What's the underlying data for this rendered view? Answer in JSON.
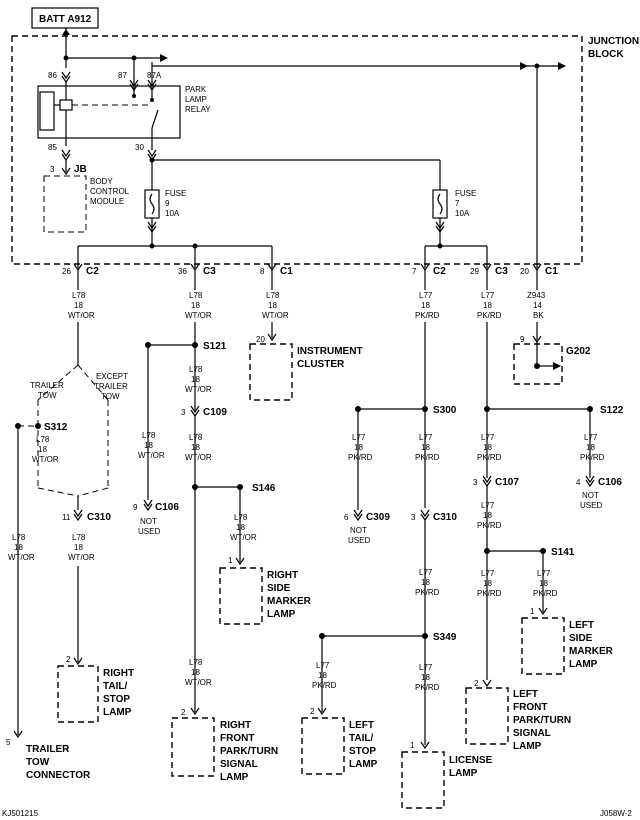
{
  "power": {
    "label": "BATT A912"
  },
  "junction_block": {
    "line1": "JUNCTION",
    "line2": "BLOCK"
  },
  "relay": {
    "pin86": "86",
    "pin87": "87",
    "pin87a": "87A",
    "pin85": "85",
    "pin30": "30",
    "name1": "PARK",
    "name2": "LAMP",
    "name3": "RELAY"
  },
  "body_control": {
    "pin": "3",
    "id": "JB",
    "name1": "BODY",
    "name2": "CONTROL",
    "name3": "MODULE"
  },
  "fuse9": {
    "l1": "FUSE",
    "l2": "9",
    "l3": "10A"
  },
  "fuse7": {
    "l1": "FUSE",
    "l2": "7",
    "l3": "10A"
  },
  "conn": {
    "c2a_pin": "26",
    "c2a": "C2",
    "c3a_pin": "36",
    "c3a": "C3",
    "c1a_pin": "8",
    "c1a": "C1",
    "c2b_pin": "7",
    "c2b": "C2",
    "c3b_pin": "29",
    "c3b": "C3",
    "c1b_pin": "20",
    "c1b": "C1"
  },
  "wire": {
    "l78": "L78",
    "l77": "L77",
    "z943": "Z943",
    "g18": "18",
    "g14": "14",
    "wtor": "WT/OR",
    "pkrd": "PK/RD",
    "bk": "BK"
  },
  "splices": {
    "s121": "S121",
    "s312": "S312",
    "s146": "S146",
    "s300": "S300",
    "s122": "S122",
    "s141": "S141",
    "s349": "S349"
  },
  "inline": {
    "c109": "C109",
    "c109_pin": "3",
    "c310a": "C310",
    "c310a_pin": "11",
    "c106a": "C106",
    "c106a_pin": "9",
    "c309": "C309",
    "c309_pin": "6",
    "c310b": "C310",
    "c310b_pin": "3",
    "c107": "C107",
    "c107_pin": "3",
    "c106b": "C106",
    "c106b_pin": "4",
    "g202": "G202",
    "g202_pin": "9",
    "not": "NOT",
    "used": "USED"
  },
  "options": {
    "trailer": "TRAILER",
    "tow": "TOW",
    "except": "EXCEPT",
    "trailer2": "TRAILER",
    "tow2": "TOW"
  },
  "components": {
    "cluster": {
      "pin": "20",
      "l1": "INSTRUMENT",
      "l2": "CLUSTER"
    },
    "rsm": {
      "pin": "1",
      "l1": "RIGHT",
      "l2": "SIDE",
      "l3": "MARKER",
      "l4": "LAMP"
    },
    "rts": {
      "pin": "2",
      "l1": "RIGHT",
      "l2": "TAIL/",
      "l3": "STOP",
      "l4": "LAMP"
    },
    "rfp": {
      "pin": "2",
      "l1": "RIGHT",
      "l2": "FRONT",
      "l3": "PARK/TURN",
      "l4": "SIGNAL",
      "l5": "LAMP"
    },
    "ttc": {
      "pin": "5",
      "l1": "TRAILER",
      "l2": "TOW",
      "l3": "CONNECTOR"
    },
    "lts": {
      "pin": "2",
      "l1": "LEFT",
      "l2": "TAIL/",
      "l3": "STOP",
      "l4": "LAMP"
    },
    "lic": {
      "pin": "1",
      "l1": "LICENSE",
      "l2": "LAMP"
    },
    "lsm": {
      "pin": "1",
      "l1": "LEFT",
      "l2": "SIDE",
      "l3": "MARKER",
      "l4": "LAMP"
    },
    "lfp": {
      "pin": "2",
      "l1": "LEFT",
      "l2": "FRONT",
      "l3": "PARK/TURN",
      "l4": "SIGNAL",
      "l5": "LAMP"
    }
  },
  "footer": {
    "left": "KJ501215",
    "right": "J058W-2"
  }
}
